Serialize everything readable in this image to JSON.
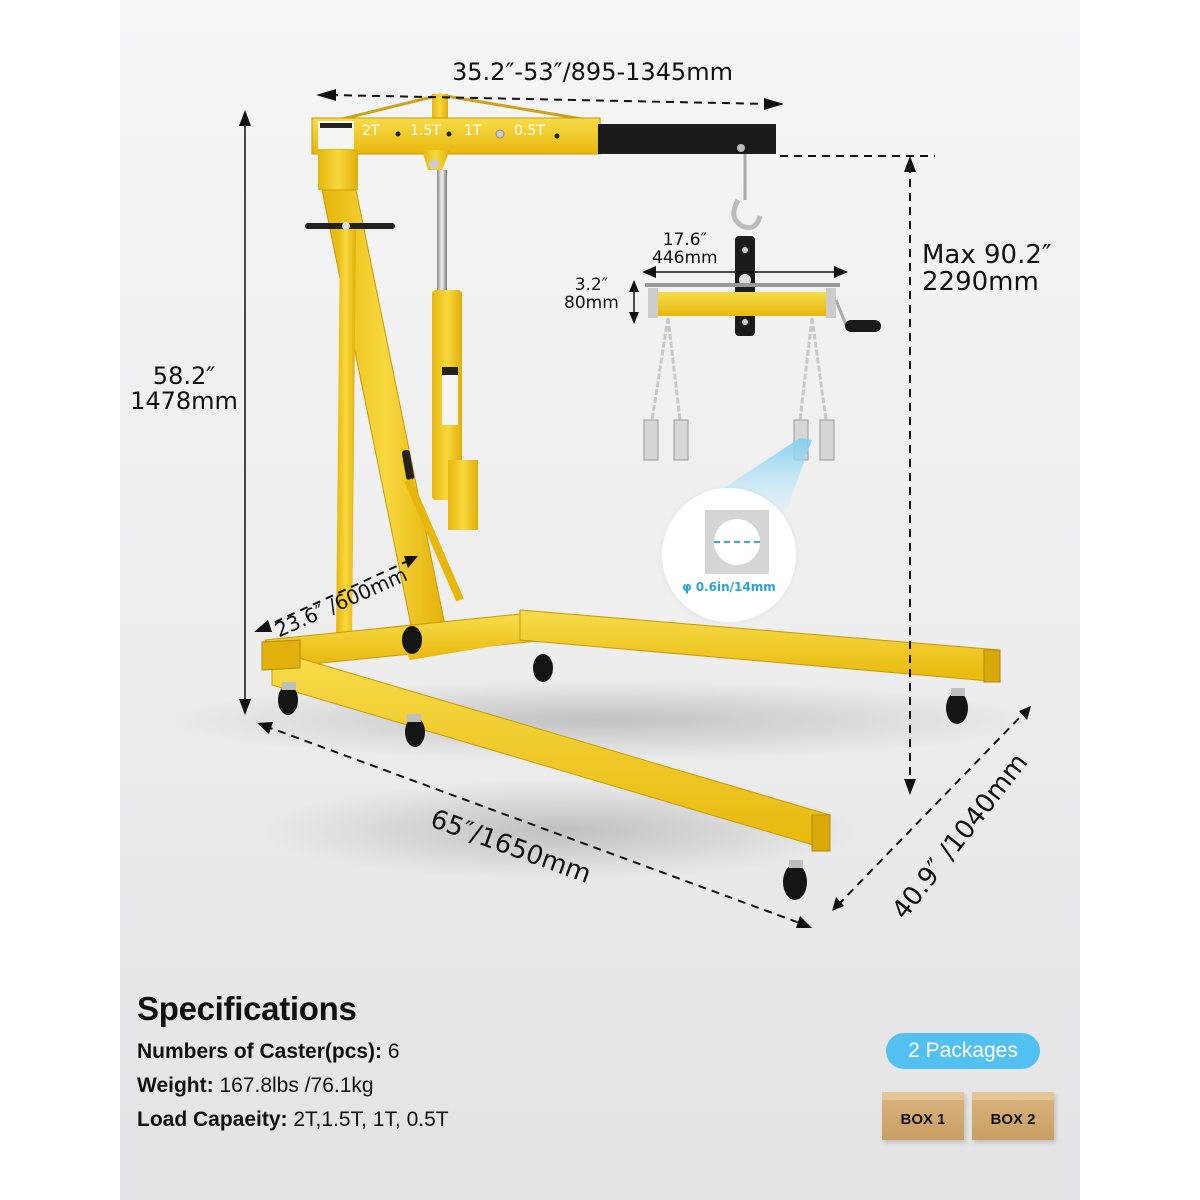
{
  "dimensions": {
    "boom_width": "35.2″-53″/895-1345mm",
    "leveler_length_in": "17.6″",
    "leveler_length_mm": "446mm",
    "leveler_height_in": "3.2″",
    "leveler_height_mm": "80mm",
    "max_height_in": "Max 90.2″",
    "max_height_mm": "2290mm",
    "frame_height_in": "58.2″",
    "frame_height_mm": "1478mm",
    "base_width": "23.6″ /600mm",
    "leg_length": "65″/1650mm",
    "overall_width": "40.9″ /1040mm"
  },
  "boom_labels": [
    "2T",
    "1.5T",
    "1T",
    "0.5T"
  ],
  "hole_detail": {
    "label": "φ 0.6in/14mm"
  },
  "specifications": {
    "title": "Specifications",
    "rows": [
      {
        "label": "Numbers of Caster(pcs):",
        "value": "6"
      },
      {
        "label": "Weight:",
        "value": "167.8lbs /76.1kg"
      },
      {
        "label": "Load Capaeity:",
        "value": "2T,1.5T, 1T, 0.5T"
      }
    ]
  },
  "packages": {
    "badge": "2 Packages",
    "boxes": [
      "BOX 1",
      "BOX 2"
    ]
  },
  "colors": {
    "crane_yellow": "#f2c81e",
    "boom_black": "#1c1c1c",
    "badge_blue": "#52c0f0",
    "hole_label_blue": "#2aa3d8",
    "box_brown": "#c99e63"
  }
}
